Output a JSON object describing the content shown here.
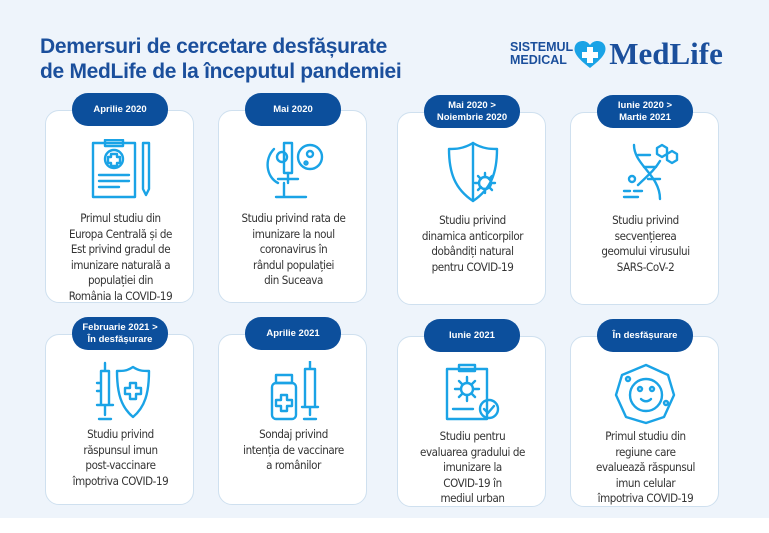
{
  "title": "Demersuri de cercetare desfășurate\nde MedLife de la începutul pandemiei",
  "logo": {
    "line1": "SISTEMUL",
    "line2": "MEDICAL",
    "brand": "MedLife"
  },
  "cards": [
    {
      "date": "Aprilie 2020",
      "icon": "clipboard-medical-icon",
      "text": "Primul studiu din\nEuropa Centrală și de\nEst privind gradul de\nimunizare naturală a\npopulației din\nRomânia la COVID-19"
    },
    {
      "date": "Mai 2020",
      "icon": "microscope-virus-icon",
      "text": "Studiu privind rata de\nimunizare la noul\ncoronavirus în\nrândul populației\ndin Suceava"
    },
    {
      "date": "Mai 2020 >\nNoiembrie 2020",
      "icon": "shield-virus-icon",
      "text": "Studiu privind\ndinamica anticorpilor\ndobândiți natural\npentru COVID-19"
    },
    {
      "date": "Iunie 2020 >\nMartie 2021",
      "icon": "dna-molecule-icon",
      "text": "Studiu privind\nsecvențierea\ngeomului virusului\nSARS-CoV-2"
    },
    {
      "date": "Februarie 2021 >\nÎn desfășurare",
      "icon": "syringe-shield-icon",
      "text": "Studiu privind\nrăspunsul imun\npost-vaccinare\nîmpotriva COVID-19"
    },
    {
      "date": "Aprilie 2021",
      "icon": "vial-syringe-icon",
      "text": "Sondaj privind\nintenția de vaccinare\na românilor"
    },
    {
      "date": "Iunie 2021",
      "icon": "clipboard-check-icon",
      "text": "Studiu pentru\nevaluarea gradului de\nimunizare la\nCOVID-19 în\nmediul urban"
    },
    {
      "date": "În desfășurare",
      "icon": "cell-icon",
      "text": "Primul studiu din\nregiune care\nevaluează răspunsul\nimun celular\nîmpotriva COVID-19"
    }
  ],
  "colors": {
    "navy": "#0c4f9c",
    "accent": "#1aa3e6",
    "background": "#eef4fb"
  }
}
